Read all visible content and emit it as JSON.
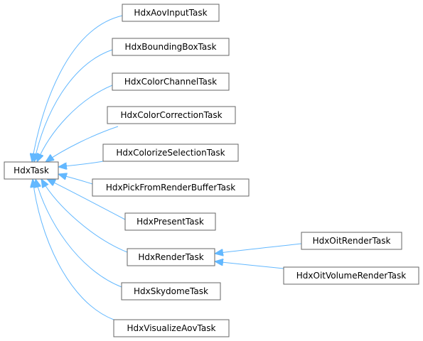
{
  "diagram": {
    "nodes": [
      {
        "id": "hdxtask",
        "label": "HdxTask"
      },
      {
        "id": "aovinput",
        "label": "HdxAovInputTask"
      },
      {
        "id": "boundingbox",
        "label": "HdxBoundingBoxTask"
      },
      {
        "id": "colorchannel",
        "label": "HdxColorChannelTask"
      },
      {
        "id": "colorcorrection",
        "label": "HdxColorCorrectionTask"
      },
      {
        "id": "colorizeselection",
        "label": "HdxColorizeSelectionTask"
      },
      {
        "id": "pickfromrenderbuffer",
        "label": "HdxPickFromRenderBufferTask"
      },
      {
        "id": "present",
        "label": "HdxPresentTask"
      },
      {
        "id": "render",
        "label": "HdxRenderTask"
      },
      {
        "id": "skydome",
        "label": "HdxSkydomeTask"
      },
      {
        "id": "visualizeaov",
        "label": "HdxVisualizeAovTask"
      },
      {
        "id": "oitrender",
        "label": "HdxOitRenderTask"
      },
      {
        "id": "oitvolumerender",
        "label": "HdxOitVolumeRenderTask"
      }
    ],
    "edges": [
      {
        "from": "aovinput",
        "to": "hdxtask"
      },
      {
        "from": "boundingbox",
        "to": "hdxtask"
      },
      {
        "from": "colorchannel",
        "to": "hdxtask"
      },
      {
        "from": "colorcorrection",
        "to": "hdxtask"
      },
      {
        "from": "colorizeselection",
        "to": "hdxtask"
      },
      {
        "from": "pickfromrenderbuffer",
        "to": "hdxtask"
      },
      {
        "from": "present",
        "to": "hdxtask"
      },
      {
        "from": "render",
        "to": "hdxtask"
      },
      {
        "from": "skydome",
        "to": "hdxtask"
      },
      {
        "from": "visualizeaov",
        "to": "hdxtask"
      },
      {
        "from": "oitrender",
        "to": "render"
      },
      {
        "from": "oitvolumerender",
        "to": "render"
      }
    ],
    "colors": {
      "edge": "#63b8ff",
      "node_border": "#666666",
      "node_fill": "#ffffff",
      "text": "#000000"
    }
  }
}
